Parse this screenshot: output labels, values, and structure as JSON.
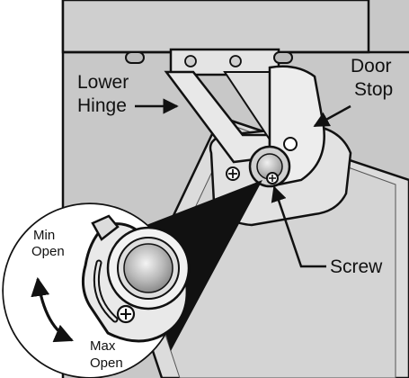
{
  "labels": {
    "lower_hinge_line1": "Lower",
    "lower_hinge_line2": "Hinge",
    "door_stop_line1": "Door",
    "door_stop_line2": "Stop",
    "screw": "Screw",
    "min_open_line1": "Min",
    "min_open_line2": "Open",
    "max_open_line1": "Max",
    "max_open_line2": "Open"
  },
  "colors": {
    "background": "#ffffff",
    "cabinet": "#c8c8c8",
    "panel": "#dadada",
    "metal": "#e6e6e6",
    "outline": "#111111"
  }
}
